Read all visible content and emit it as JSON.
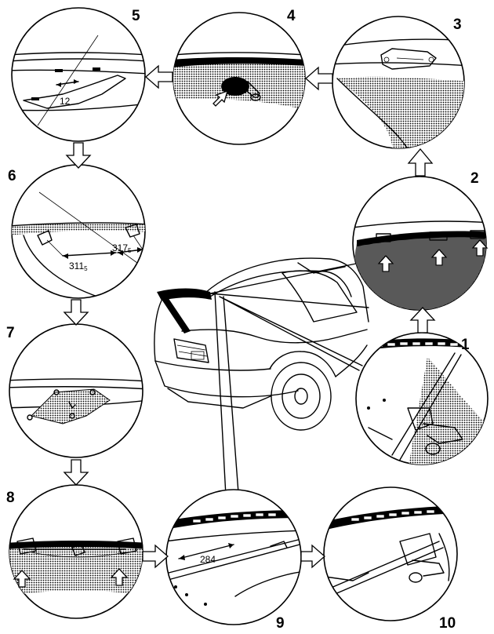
{
  "steps": [
    {
      "number": "1"
    },
    {
      "number": "2"
    },
    {
      "number": "3"
    },
    {
      "number": "4"
    },
    {
      "number": "5",
      "dimension": "12"
    },
    {
      "number": "6",
      "dimension_left": "311",
      "dimension_left_sub": "5",
      "dimension_right": "317",
      "dimension_right_sub": "5"
    },
    {
      "number": "7"
    },
    {
      "number": "8"
    },
    {
      "number": "9",
      "dimension": "284"
    },
    {
      "number": "10"
    }
  ]
}
